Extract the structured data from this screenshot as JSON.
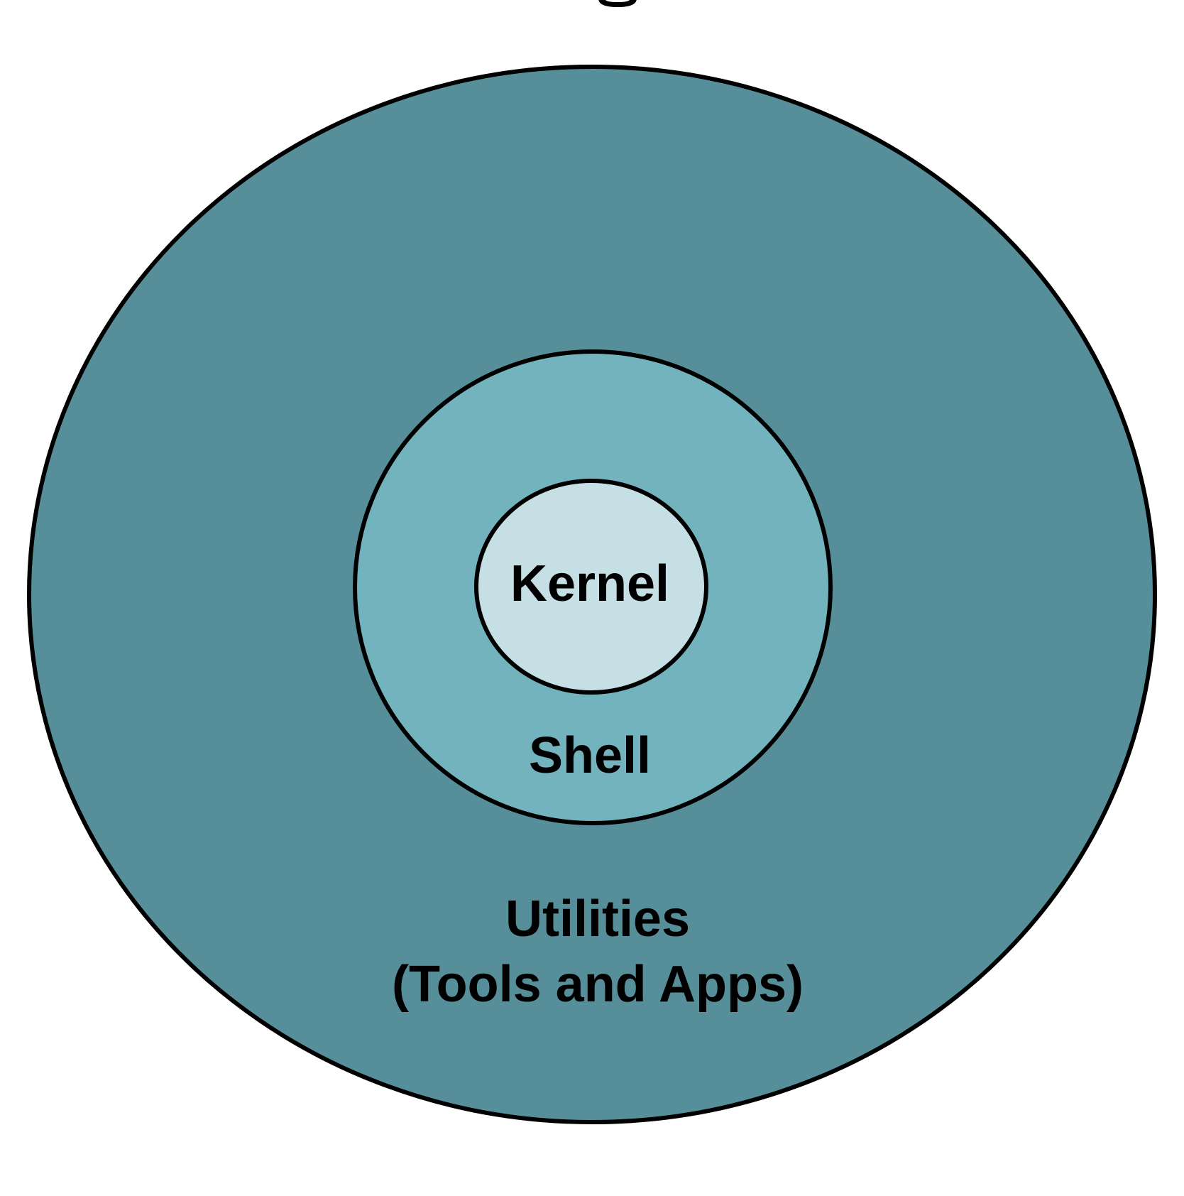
{
  "layers": {
    "utilities": {
      "line1": "Utilities",
      "line2": "(Tools and Apps)",
      "fill": "#568f99"
    },
    "shell": {
      "label": "Shell",
      "fill": "#73b3be"
    },
    "kernel": {
      "label": "Kernel",
      "fill": "#c6dfe5"
    }
  },
  "outline_color": "#000000"
}
